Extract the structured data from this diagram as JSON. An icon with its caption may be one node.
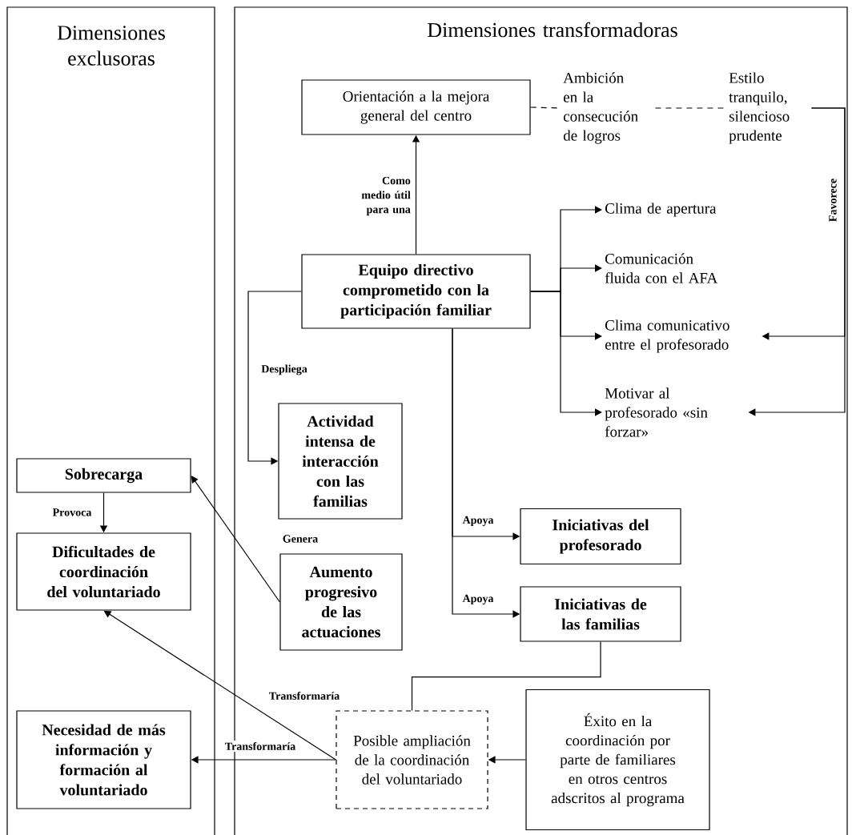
{
  "diagram": {
    "nodes": [
      {
        "text": [
          "Dimensiones exclusoras"
        ]
      },
      {
        "text": [
          "Dimensiones transformadoras"
        ]
      },
      {
        "text": [
          "Orientación a la mejora general del centro"
        ],
        "in": 1
      },
      {
        "text": [
          "Ambición en la consecución de logros"
        ],
        "in": 1
      },
      {
        "text": [
          "Estilo tranquilo, silencioso prudente"
        ],
        "in": 1
      },
      {
        "text": [
          "Equipo directivo comprometido con la participación familiar"
        ],
        "in": 1
      },
      {
        "text": [
          "Clima de apertura"
        ],
        "in": 1
      },
      {
        "text": [
          "Comunicación fluida con el AFA"
        ],
        "in": 1
      },
      {
        "text": [
          "Clima comunicativo entre el profesorado"
        ],
        "in": 1
      },
      {
        "text": [
          "Motivar al profesorado «sin forzar»"
        ],
        "in": 1
      },
      {
        "text": [
          "Actividad intensa de interacción con las familias"
        ],
        "in": 1
      },
      {
        "text": [
          "Sobrecarga"
        ],
        "in": 0
      },
      {
        "text": [
          "Dificultades de coordinación del voluntariado"
        ],
        "in": 0
      },
      {
        "text": [
          "Aumento progresivo de las actuaciones"
        ],
        "in": 1
      },
      {
        "text": [
          "Iniciativas del profesorado"
        ],
        "in": 1
      },
      {
        "text": [
          "Iniciativas de las familias"
        ],
        "in": 1
      },
      {
        "text": [
          "Necesidad de más información y formación al voluntariado"
        ],
        "in": 0
      },
      {
        "text": [
          "Posible ampliación de la coordinación del voluntariado"
        ],
        "in": 1
      },
      {
        "text": [
          "Éxito en la coordinación por parte de familiares en otros centros adscritos al programa"
        ],
        "in": 1
      }
    ],
    "edges": [
      {
        "from": 5,
        "to": 2,
        "arrow": "to",
        "label": "Como medio útil para una"
      },
      {
        "from": 2,
        "to": 3,
        "arrow": "none",
        "style": "dashed"
      },
      {
        "from": 3,
        "to": 4,
        "arrow": "none",
        "style": "dashed"
      },
      {
        "from": 4,
        "to": 8,
        "arrow": "to",
        "label": "Favorece"
      },
      {
        "from": 4,
        "to": 9,
        "arrow": "to"
      },
      {
        "from": 5,
        "to": 6,
        "arrow": "to"
      },
      {
        "from": 5,
        "to": 7,
        "arrow": "to"
      },
      {
        "from": 5,
        "to": 8,
        "arrow": "to"
      },
      {
        "from": 5,
        "to": 9,
        "arrow": "to"
      },
      {
        "from": 5,
        "to": 10,
        "arrow": "to",
        "label": "Despliega"
      },
      {
        "from": 5,
        "to": 14,
        "arrow": "to",
        "label": "Apoya"
      },
      {
        "from": 5,
        "to": 15,
        "arrow": "to",
        "label": "Apoya"
      },
      {
        "from": 13,
        "to": 11,
        "arrow": "to",
        "label": "Genera"
      },
      {
        "from": 11,
        "to": 12,
        "arrow": "to",
        "label": "Provoca"
      },
      {
        "from": 15,
        "to": 17,
        "arrow": "none"
      },
      {
        "from": 18,
        "to": 17,
        "arrow": "to"
      },
      {
        "from": 17,
        "to": 16,
        "arrow": "to",
        "label": "Transformaría"
      },
      {
        "from": 17,
        "to": 12,
        "arrow": "to",
        "label": "Transformaría"
      }
    ]
  }
}
